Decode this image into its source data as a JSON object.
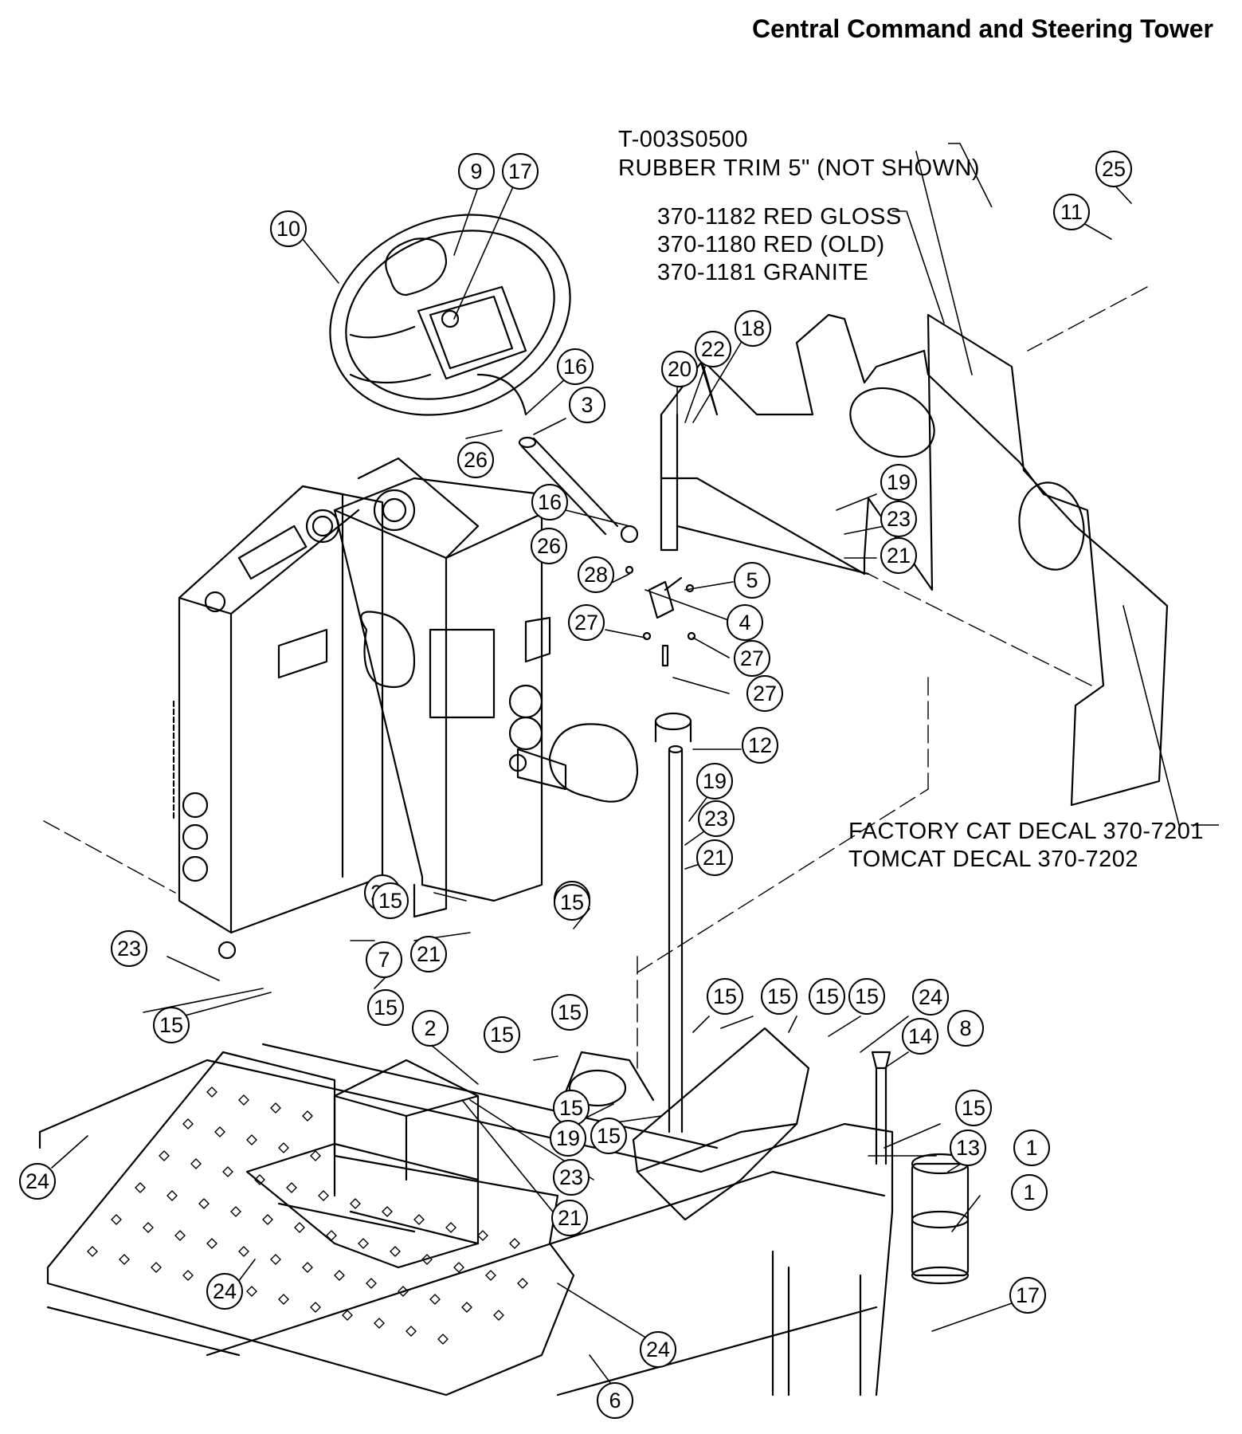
{
  "title": "Central Command and Steering Tower",
  "notes": {
    "trim_part": "T-003S0500",
    "trim_desc": "RUBBER TRIM 5\" (NOT SHOWN)",
    "panel_1": "370-1182 RED GLOSS",
    "panel_2": "370-1180 RED (OLD)",
    "panel_3": "370-1181 GRANITE",
    "decal_1": "FACTORY CAT DECAL 370-7201",
    "decal_2": "TOMCAT DECAL 370-7202"
  },
  "callouts": [
    "9",
    "17",
    "10",
    "25",
    "11",
    "18",
    "22",
    "20",
    "16",
    "3",
    "26",
    "19",
    "23",
    "21",
    "16",
    "26",
    "5",
    "28",
    "4",
    "27",
    "27",
    "27",
    "12",
    "19",
    "23",
    "21",
    "26",
    "19",
    "23",
    "21",
    "15",
    "15",
    "15",
    "15",
    "7",
    "15",
    "15",
    "15",
    "15",
    "15",
    "15",
    "24",
    "8",
    "15",
    "14",
    "2",
    "15",
    "19",
    "15",
    "23",
    "24",
    "13",
    "1",
    "21",
    "1",
    "24",
    "17",
    "24",
    "6"
  ]
}
